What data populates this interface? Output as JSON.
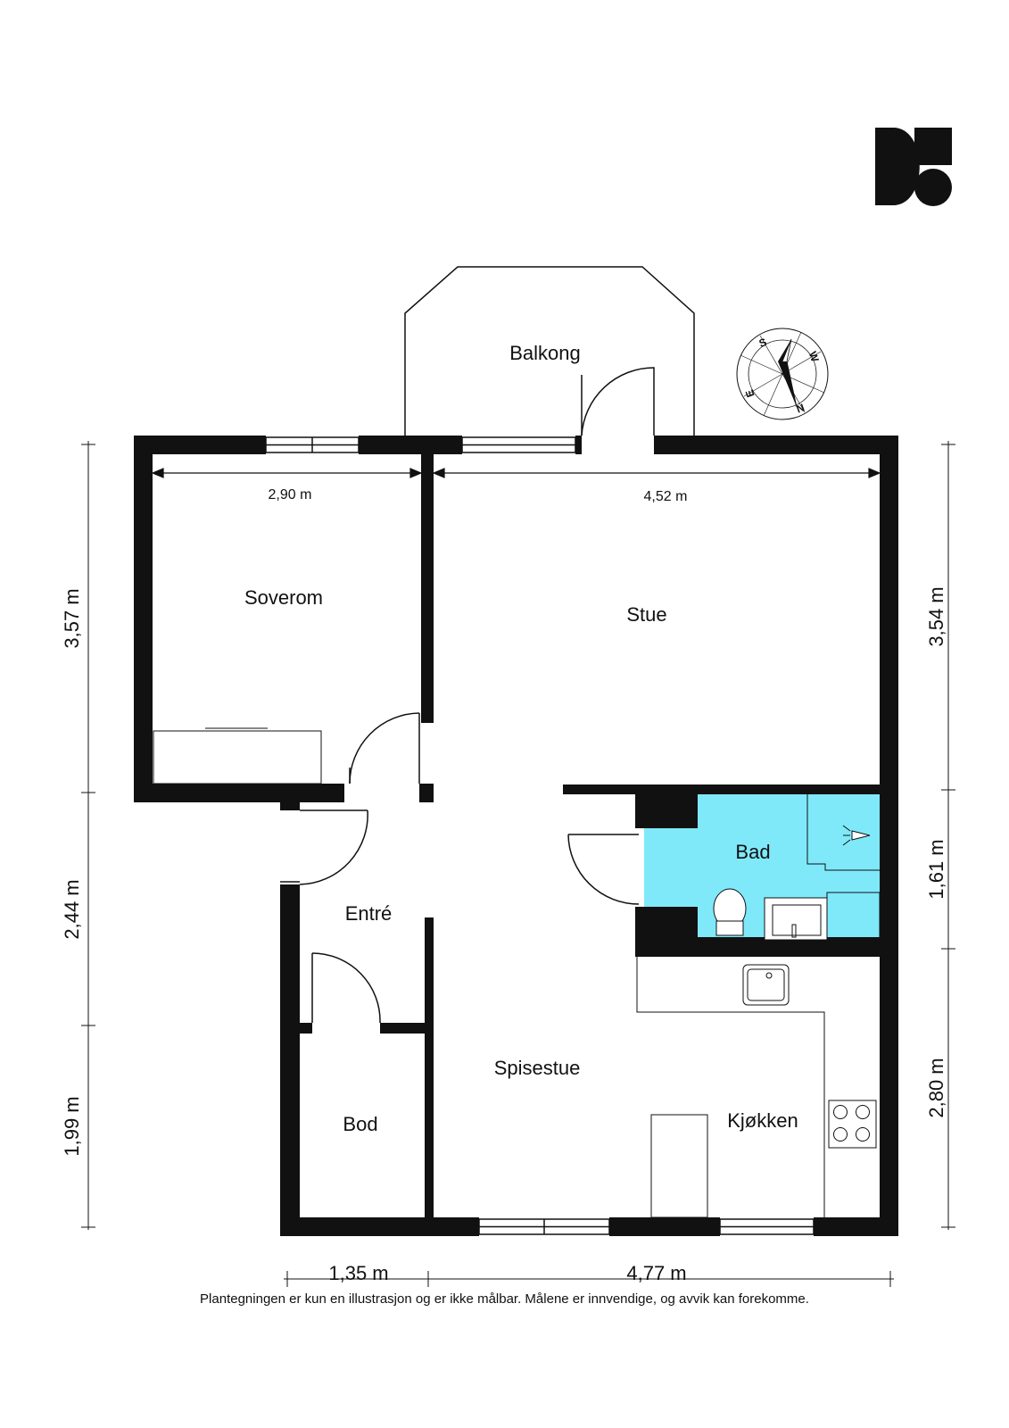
{
  "rooms": {
    "balkong": "Balkong",
    "soverom": "Soverom",
    "stue": "Stue",
    "bad": "Bad",
    "entre": "Entré",
    "spisestue": "Spisestue",
    "bod": "Bod",
    "kjokken": "Kjøkken"
  },
  "dimensions": {
    "soverom_width": "2,90 m",
    "stue_width": "4,52 m",
    "left_top": "3,57 m",
    "left_middle": "2,44 m",
    "left_bottom": "1,99 m",
    "right_top": "3,54 m",
    "right_middle": "1,61 m",
    "right_bottom": "2,80 m",
    "bottom_left": "1,35 m",
    "bottom_right": "4,77 m"
  },
  "compass": {
    "north": "N",
    "south": "S",
    "east": "E",
    "west": "W"
  },
  "disclaimer": "Plantegningen er kun en illustrasjon og er ikke målbar. Målene er innvendige, og avvik kan forekomme.",
  "colors": {
    "wall": "#111111",
    "bathroom": "#7fe9fa",
    "background": "#ffffff"
  }
}
